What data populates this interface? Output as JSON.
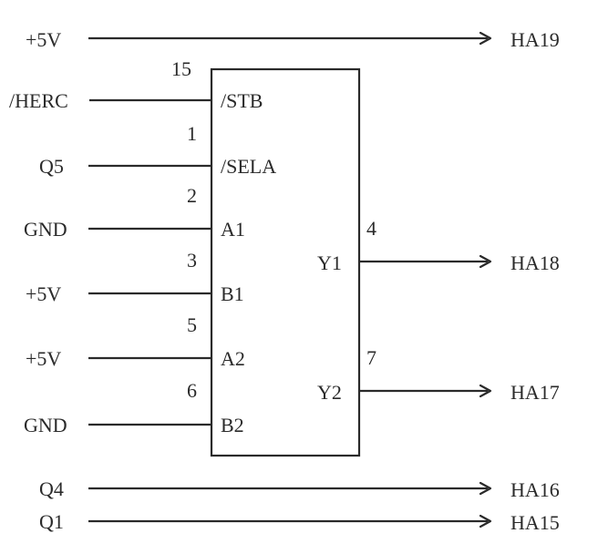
{
  "diagram": {
    "type": "schematic",
    "chip": {
      "inputs": [
        {
          "pin": "15",
          "pin_name": "/STB",
          "signal": "/HERC"
        },
        {
          "pin": "1",
          "pin_name": "/SELA",
          "signal": "Q5"
        },
        {
          "pin": "2",
          "pin_name": "A1",
          "signal": "GND"
        },
        {
          "pin": "3",
          "pin_name": "B1",
          "signal": "+5V"
        },
        {
          "pin": "5",
          "pin_name": "A2",
          "signal": "+5V"
        },
        {
          "pin": "6",
          "pin_name": "B2",
          "signal": "GND"
        }
      ],
      "outputs": [
        {
          "pin": "4",
          "pin_name": "Y1",
          "signal": "HA18"
        },
        {
          "pin": "7",
          "pin_name": "Y2",
          "signal": "HA17"
        }
      ]
    },
    "pass_through": [
      {
        "from": "+5V",
        "to": "HA19"
      },
      {
        "from": "Q4",
        "to": "HA16"
      },
      {
        "from": "Q1",
        "to": "HA15"
      }
    ]
  }
}
